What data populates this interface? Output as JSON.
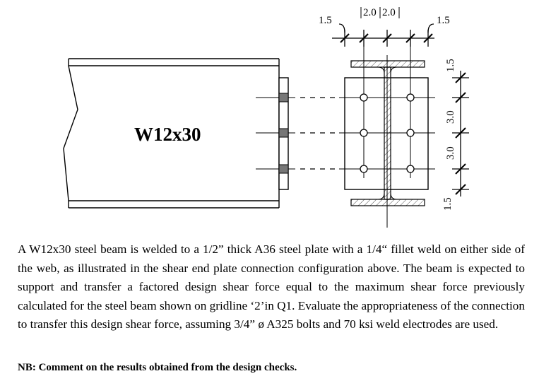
{
  "diagram": {
    "beam_label": "W12x30",
    "top_dimensions": [
      "1.5",
      "2.0",
      "2.0",
      "1.5"
    ],
    "side_dimensions": [
      "1.5",
      "3.0",
      "3.0",
      "1.5"
    ]
  },
  "problem": {
    "text": "A W12x30 steel beam is welded to a 1/2” thick A36 steel plate with a 1/4“ fillet weld on either side of the web, as illustrated in the shear end plate connection configuration above. The beam is expected to support and transfer a factored design shear force equal to the maximum shear force previously calculated for the steel beam shown on gridline ‘2’in Q1. Evaluate the appropriateness of the connection to transfer this design shear force, assuming 3/4” ø A325 bolts and 70 ksi weld electrodes are used.",
    "note": "NB: Comment on the results obtained from the design checks."
  }
}
